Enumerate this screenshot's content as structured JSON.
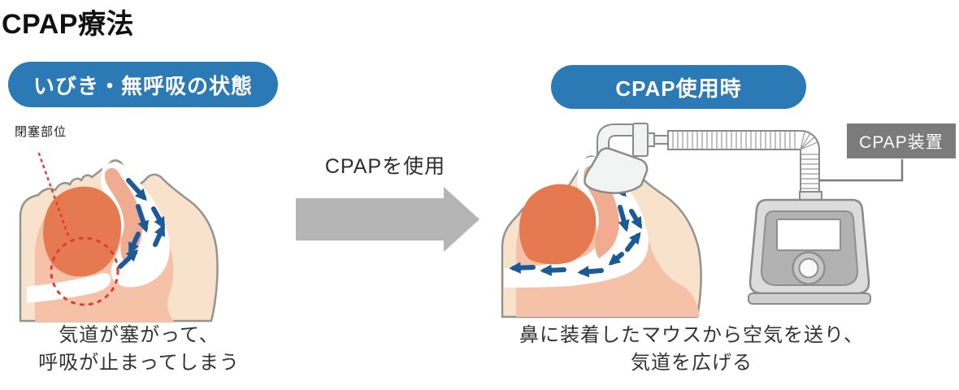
{
  "title": "CPAP療法",
  "left_panel": {
    "badge": "いびき・無呼吸の状態",
    "annotation_label": "閉塞部位",
    "caption_line1": "気道が塞がって、",
    "caption_line2": "呼吸が止まってしまう"
  },
  "transition": {
    "label": "CPAPを使用"
  },
  "right_panel": {
    "badge": "CPAP使用時",
    "device_label": "CPAP装置",
    "caption_line1": "鼻に装着したマウスから空気を送り、",
    "caption_line2": "気道を広げる"
  },
  "colors": {
    "badge_blue": "#2b79b5",
    "transition_arrow_gray": "#b5b5b5",
    "device_label_gray": "#7b7b7b",
    "airflow_blue": "#1b5a97",
    "skin": "#f9e2cb",
    "tissue_pink": "#f5c2a7",
    "tissue_dark_pink": "#f0ac91",
    "tongue": "#e5794f",
    "blockage_red": "#e03c31",
    "outline_gray": "#939393"
  }
}
